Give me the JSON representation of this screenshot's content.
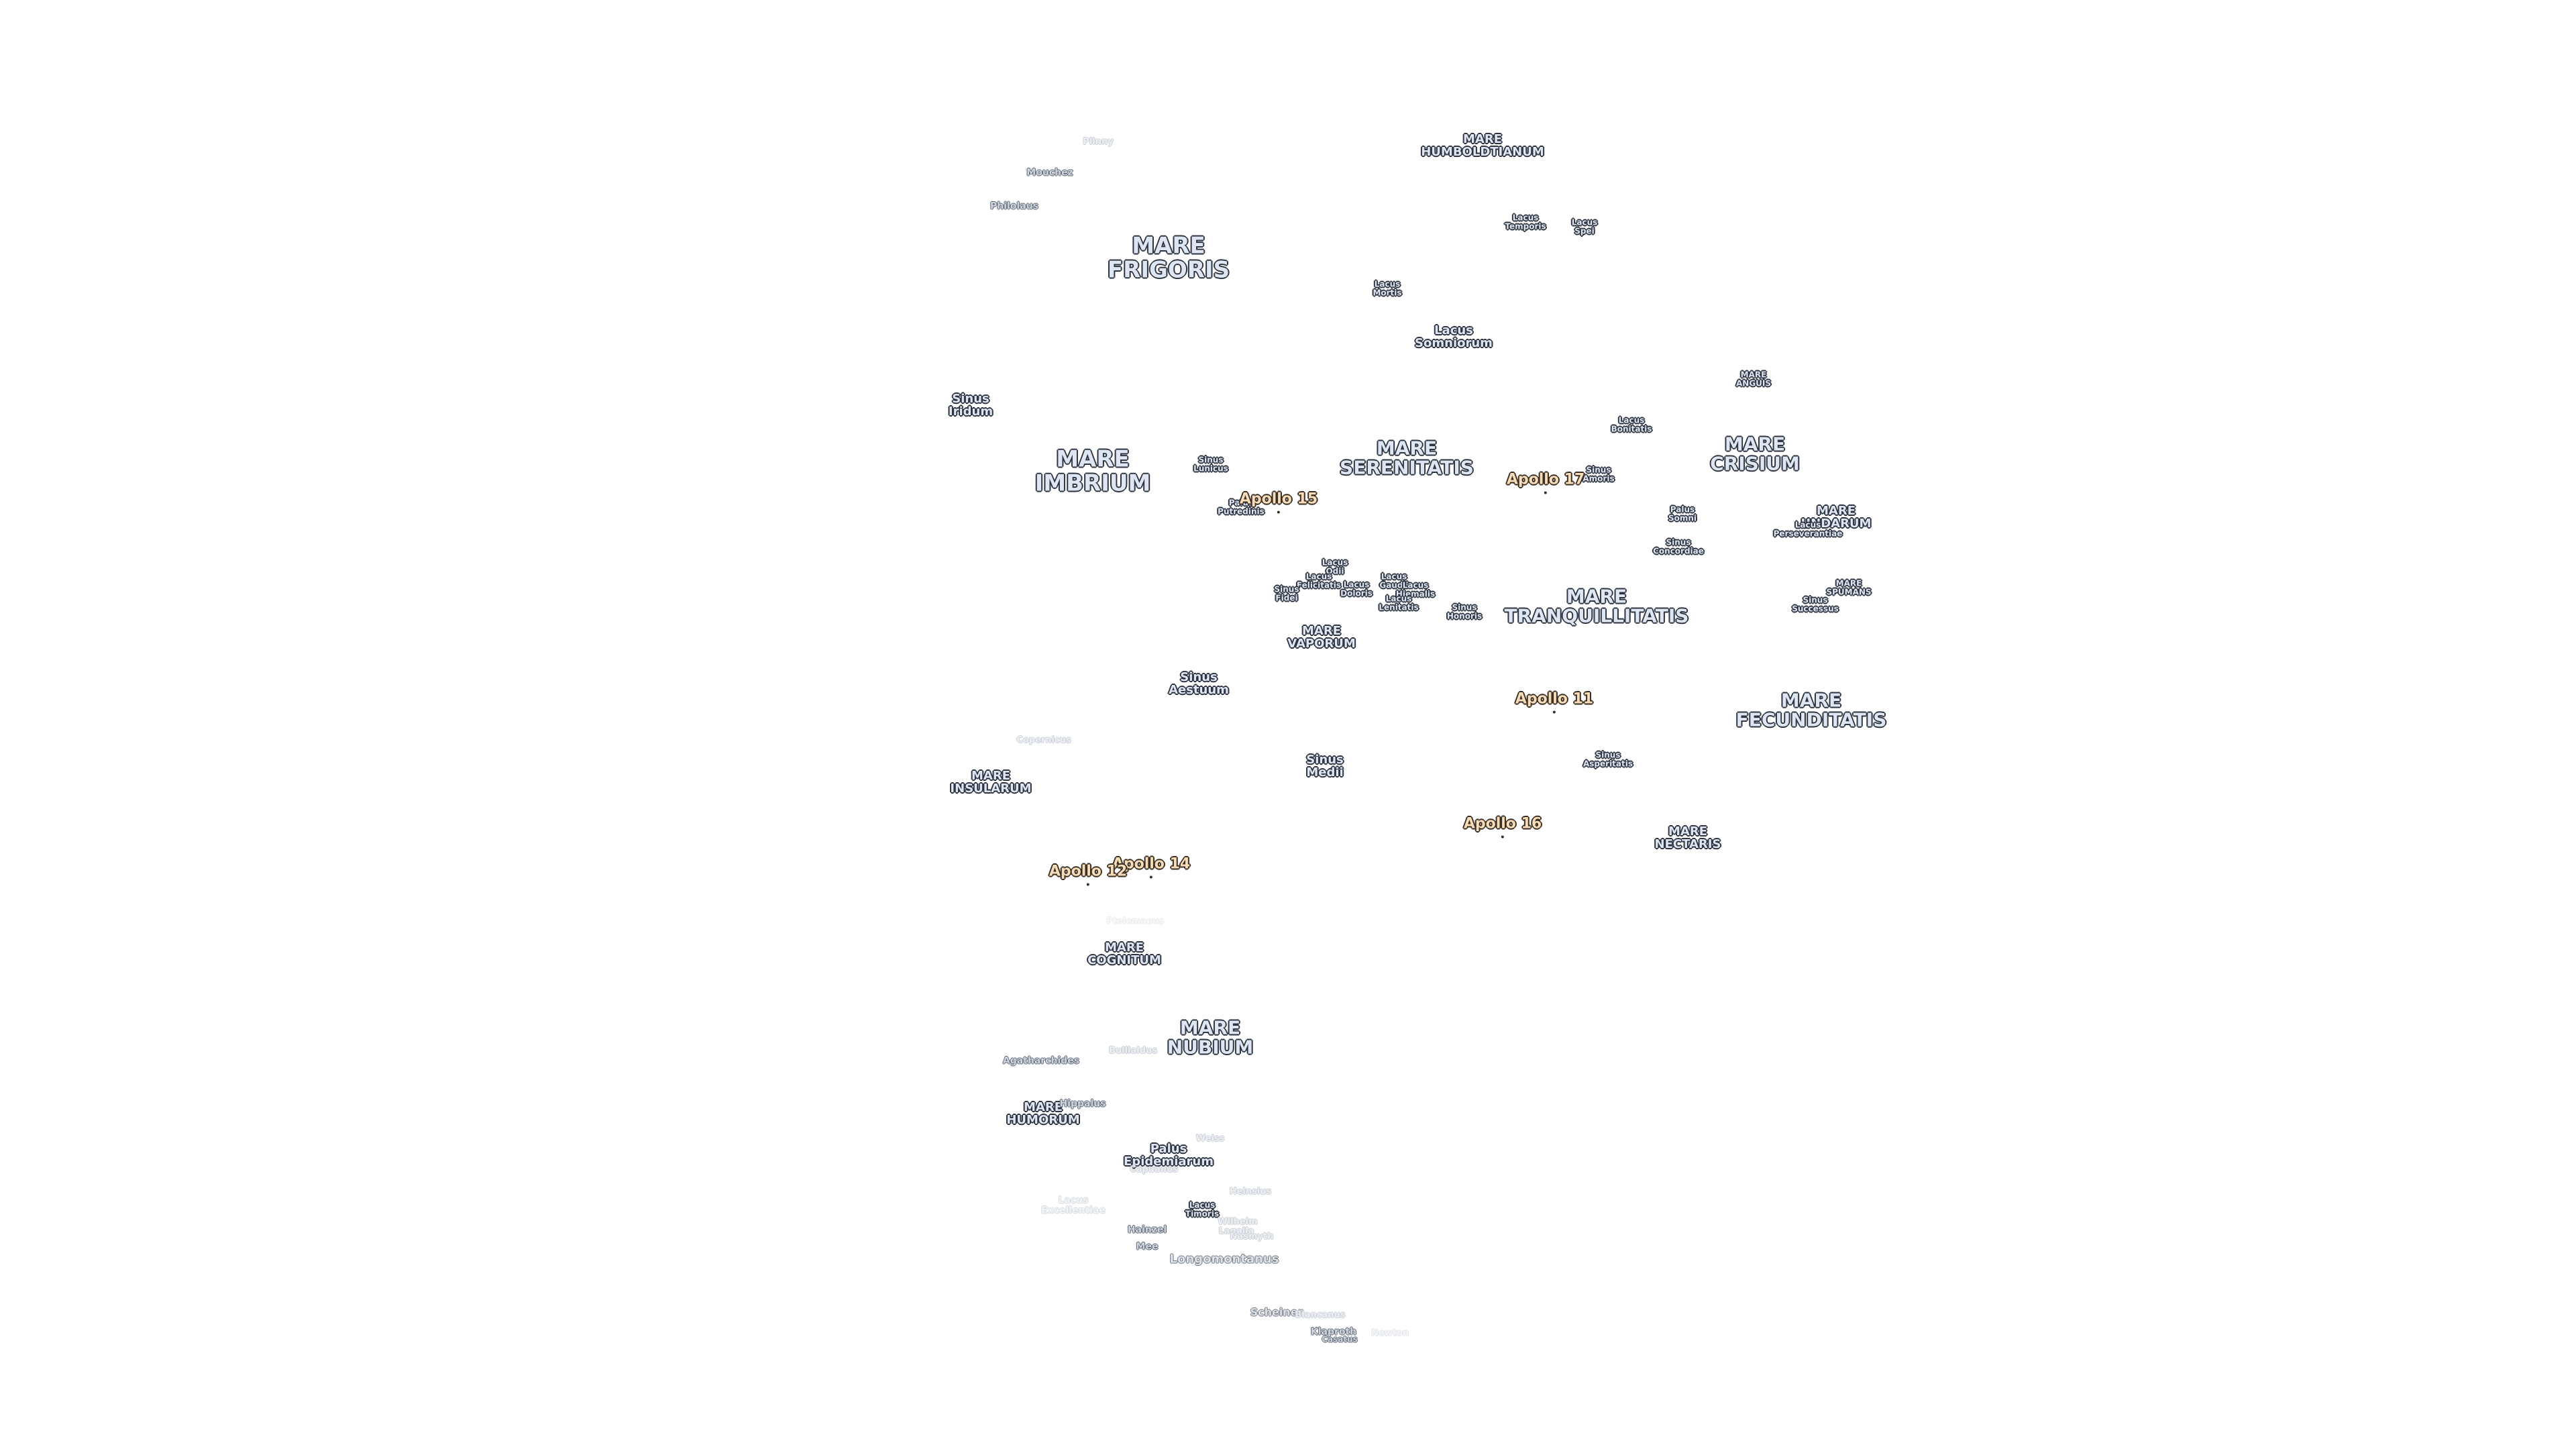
{
  "features": {
    "mare_frigoris": [
      "MARE",
      "FRIGORIS"
    ],
    "mare_humboldtianum": [
      "MARE",
      "HUMBOLDTIANUM"
    ],
    "lacus_temporis": [
      "Lacus",
      "Temporis"
    ],
    "lacus_spei": [
      "Lacus",
      "Spei"
    ],
    "lacus_mortis": [
      "Lacus",
      "Mortis"
    ],
    "lacus_somniorum": [
      "Lacus",
      "Somniorum"
    ],
    "mare_anguis": [
      "MARE",
      "ANGUIS"
    ],
    "lacus_bonitatis": [
      "Lacus",
      "Bonitatis"
    ],
    "sinus_iridum": [
      "Sinus",
      "Iridum"
    ],
    "mare_imbrium": [
      "MARE",
      "IMBRIUM"
    ],
    "sinus_lunicus": [
      "Sinus",
      "Lunicus"
    ],
    "mare_serenitatis": [
      "MARE",
      "SERENITATIS"
    ],
    "sinus_amoris": [
      "Sinus",
      "Amoris"
    ],
    "mare_crisium": [
      "MARE",
      "CRISIUM"
    ],
    "palus_putredinis": [
      "Palus",
      "Putredinis"
    ],
    "palus_somni": [
      "Palus",
      "Somni"
    ],
    "mare_undarum": [
      "MARE",
      "UNDARUM"
    ],
    "lacus_perseverantiae": [
      "Lacus",
      "Perseverantiae"
    ],
    "sinus_concordiae": [
      "Sinus",
      "Concordiae"
    ],
    "lacus_odii": [
      "Lacus",
      "Odii"
    ],
    "lacus_felicitatis": [
      "Lacus",
      "Felicitatis"
    ],
    "lacus_doloris": [
      "Lacus",
      "Doloris"
    ],
    "lacus_gaudii": [
      "Lacus",
      "Gaudii"
    ],
    "lacus_hiemalis": [
      "Lacus",
      "Hiemalis"
    ],
    "lacus_lenitatis": [
      "Lacus",
      "Lenitatis"
    ],
    "sinus_fidei": [
      "Sinus",
      "Fidei"
    ],
    "sinus_honoris": [
      "Sinus",
      "Honoris"
    ],
    "mare_tranquillitatis": [
      "MARE",
      "TRANQUILLITATIS"
    ],
    "mare_spumans": [
      "MARE",
      "SPUMANS"
    ],
    "sinus_successus": [
      "Sinus",
      "Successus"
    ],
    "mare_vaporum": [
      "MARE",
      "VAPORUM"
    ],
    "sinus_aestuum": [
      "Sinus",
      "Aestuum"
    ],
    "mare_fecunditatis": [
      "MARE",
      "FECUNDITATIS"
    ],
    "sinus_medii": [
      "Sinus",
      "Medii"
    ],
    "sinus_asperitatis": [
      "Sinus",
      "Asperitatis"
    ],
    "mare_insularum": [
      "MARE",
      "INSULARUM"
    ],
    "mare_nectaris": [
      "MARE",
      "NECTARIS"
    ],
    "mare_cognitum": [
      "MARE",
      "COGNITUM"
    ],
    "mare_nubium": [
      "MARE",
      "NUBIUM"
    ],
    "mare_humorum": [
      "MARE",
      "HUMORUM"
    ],
    "palus_epidemiarum": [
      "Palus",
      "Epidemiarum"
    ],
    "lacus_excellentiae": [
      "Lacus",
      "Excellentiae"
    ],
    "lacus_timoris": [
      "Lacus",
      "Timoris"
    ]
  },
  "craters": {
    "plinny": "Plinny",
    "mouchez": "Mouchez",
    "philolaus": "Philolaus",
    "copernicus": "Copernicus",
    "agatharchides": "Agatharchides",
    "bullialdus": "Bullialdus",
    "hippalus": "Hippalus",
    "weiss": "Weiss",
    "capuanus": "Capuanus",
    "wilhelm": "Wilhelm",
    "lagalla": "Lagalla",
    "heinsius": "Heinsius",
    "nasmyth": "Nasmyth",
    "hainzel": "Hainzel",
    "mee": "Mee",
    "longomontanus": "Longomontanus",
    "scheiner": "Scheiner",
    "blancanus": "Blancanus",
    "klaproth": "Klaproth",
    "casatus": "Casatus",
    "newton": "Newton",
    "faint_unknown": "Ptolemaeus"
  },
  "apollo": {
    "a11": "Apollo 11",
    "a12": "Apollo 12",
    "a14": "Apollo 14",
    "a15": "Apollo 15",
    "a16": "Apollo 16",
    "a17": "Apollo 17"
  }
}
